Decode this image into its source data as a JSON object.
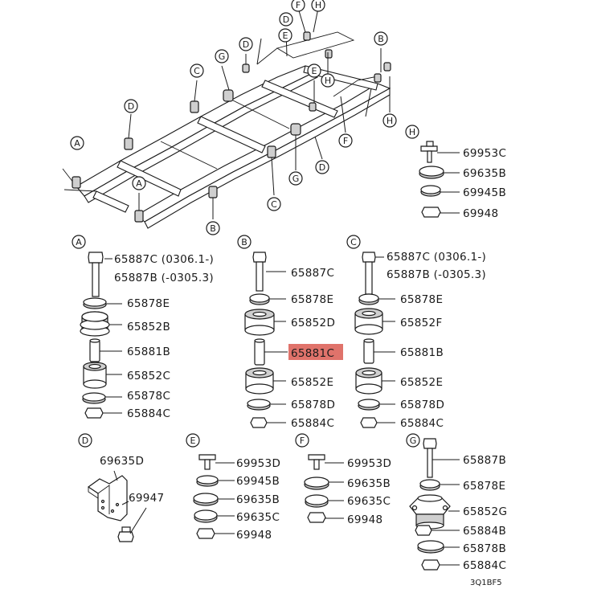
{
  "diagram_code": "3Q1BF5",
  "highlight_color": "#e0736b",
  "frame_callouts": [
    "F",
    "D",
    "G",
    "E",
    "D",
    "H",
    "C",
    "E",
    "H",
    "B",
    "D",
    "F",
    "H",
    "A",
    "D",
    "A",
    "G",
    "C",
    "B"
  ],
  "groups": {
    "A": {
      "letter": "A",
      "labels": [
        "65887C (0306.1-)",
        "65887B (-0305.3)",
        "65878E",
        "65852B",
        "65881B",
        "65852C",
        "65878C",
        "65884C"
      ]
    },
    "B": {
      "letter": "B",
      "labels": [
        "65887C",
        "65878E",
        "65852D",
        "65881C",
        "65852E",
        "65878D",
        "65884C"
      ]
    },
    "C": {
      "letter": "C",
      "labels": [
        "65887C (0306.1-)",
        "65887B (-0305.3)",
        "65878E",
        "65852F",
        "65881B",
        "65852E",
        "65878D",
        "65884C"
      ]
    },
    "D": {
      "letter": "D",
      "labels": [
        "69635D",
        "69947"
      ]
    },
    "E": {
      "letter": "E",
      "labels": [
        "69953D",
        "69945B",
        "69635B",
        "69635C",
        "69948"
      ]
    },
    "F": {
      "letter": "F",
      "labels": [
        "69953D",
        "69635B",
        "69635C",
        "69948"
      ]
    },
    "G": {
      "letter": "G",
      "labels": [
        "65887B",
        "65878E",
        "65852G",
        "65884B",
        "65878B",
        "65884C"
      ]
    },
    "H": {
      "letter": "H",
      "labels": [
        "69953C",
        "69635B",
        "69945B",
        "69948"
      ]
    }
  },
  "highlighted_part": "65881C"
}
